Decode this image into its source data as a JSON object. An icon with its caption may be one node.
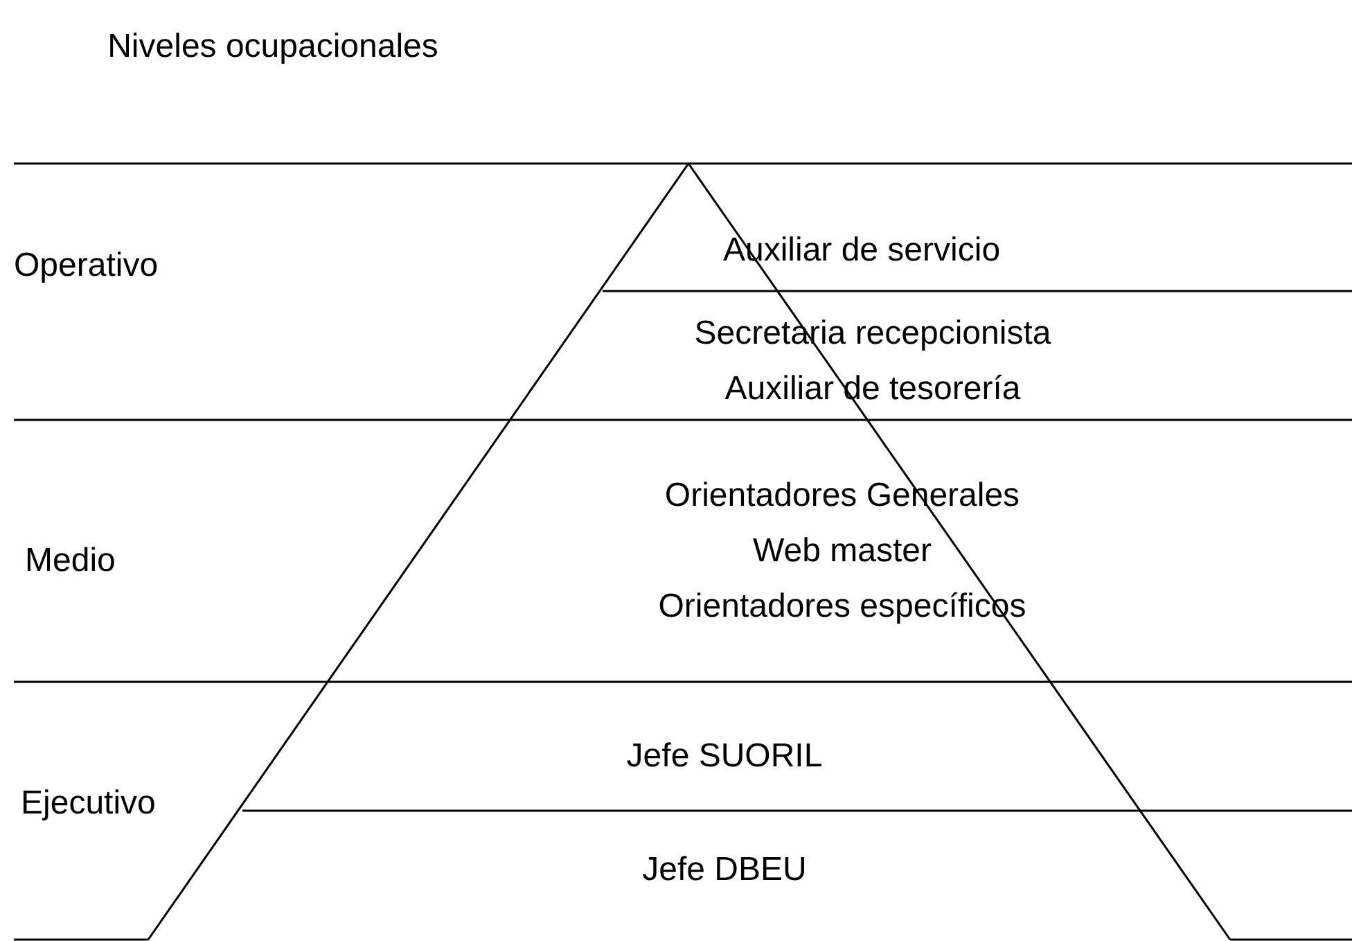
{
  "diagram": {
    "title": "Niveles ocupacionales",
    "nodes": [
      {
        "text": [
          "Auxiliar de servicio"
        ]
      },
      {
        "text": [
          "Secretaria recepcionista",
          "Auxiliar de tesorería"
        ]
      },
      {
        "text": [
          "Orientadores Generales",
          "Web master",
          "Orientadores específicos"
        ]
      },
      {
        "text": [
          "Jefe SUORIL"
        ]
      },
      {
        "text": [
          "Jefe DBEU"
        ]
      }
    ],
    "edges": [],
    "labels": [
      "Operativo",
      "Medio",
      "Ejecutivo"
    ]
  }
}
